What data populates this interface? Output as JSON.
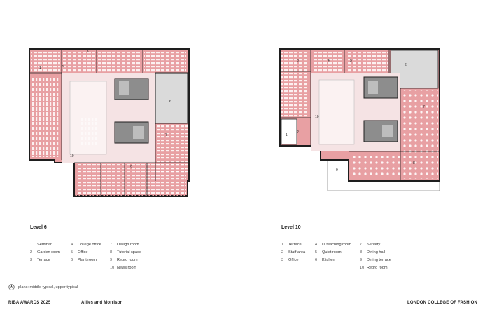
{
  "plans": [
    {
      "title": "Level 6",
      "room_labels": [
        "1",
        "2",
        "3",
        "6",
        "7",
        "9",
        "10"
      ],
      "legend": [
        [
          {
            "num": "1",
            "label": "Seminar"
          },
          {
            "num": "2",
            "label": "Garden room"
          },
          {
            "num": "3",
            "label": "Terrace"
          }
        ],
        [
          {
            "num": "4",
            "label": "College office"
          },
          {
            "num": "5",
            "label": "Office"
          },
          {
            "num": "6",
            "label": "Plant room"
          }
        ],
        [
          {
            "num": "7",
            "label": "Design room"
          },
          {
            "num": "8",
            "label": "Tutorial space"
          },
          {
            "num": "9",
            "label": "Repro room"
          },
          {
            "num": "10",
            "label": "News room"
          }
        ]
      ]
    },
    {
      "title": "Level 10",
      "room_labels": [
        "1",
        "2",
        "3",
        "4",
        "5",
        "6",
        "7",
        "8",
        "9",
        "10"
      ],
      "legend": [
        [
          {
            "num": "1",
            "label": "Terrace"
          },
          {
            "num": "2",
            "label": "Staff area"
          },
          {
            "num": "3",
            "label": "Office"
          }
        ],
        [
          {
            "num": "4",
            "label": "IT teaching room"
          },
          {
            "num": "5",
            "label": "Quiet room"
          },
          {
            "num": "6",
            "label": "Kitchen"
          }
        ],
        [
          {
            "num": "7",
            "label": "Servery"
          },
          {
            "num": "8",
            "label": "Dining hall"
          },
          {
            "num": "9",
            "label": "Dining terrace"
          },
          {
            "num": "10",
            "label": "Repro room"
          }
        ]
      ]
    }
  ],
  "note": "plans: middle typical,   upper typical",
  "footer": {
    "award": "RIBA AWARDS 2025",
    "architect": "Allies and Morrison",
    "project": "LONDON COLLEGE OF FASHION"
  },
  "colors": {
    "room_pink": "#e8a0a3",
    "corridor_pink": "#f5e3e4",
    "core_grey": "#8d8d8d",
    "plant_grey": "#dadada",
    "wall": "#1e1e1e"
  }
}
